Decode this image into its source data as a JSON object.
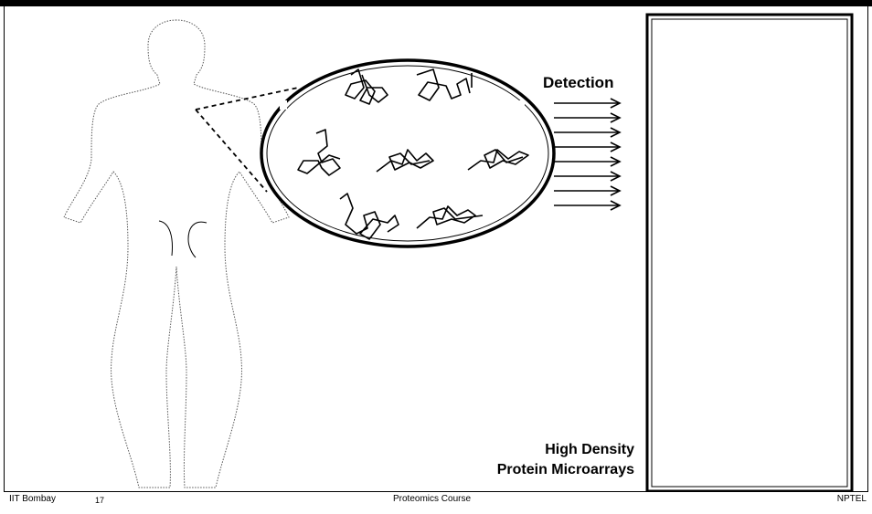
{
  "diagram": {
    "detection_label": "Detection",
    "microarray_label_line1": "High Density",
    "microarray_label_line2": "Protein Microarrays"
  },
  "footer": {
    "institute": "IIT Bombay",
    "slide_number": "17",
    "course": "Proteomics Course",
    "brand": "NPTEL"
  },
  "icons": {
    "body": "human-body-outline-icon",
    "cell": "protein-cell-icon",
    "arrow": "detection-arrow-icon"
  }
}
